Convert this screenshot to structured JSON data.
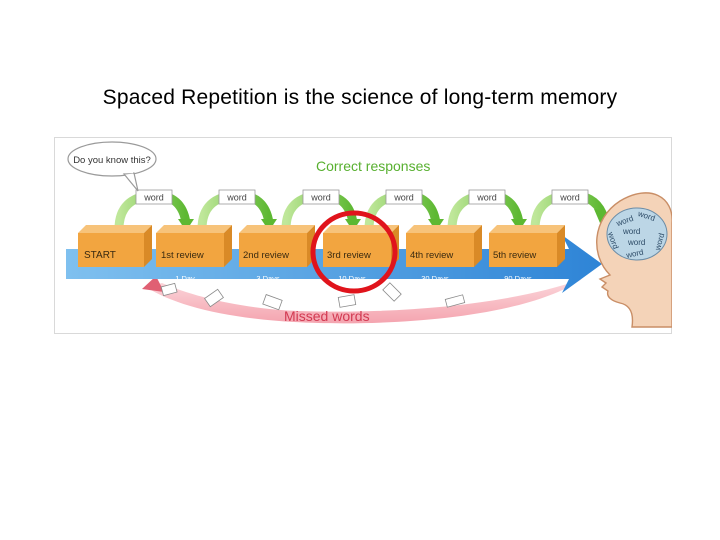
{
  "slide": {
    "title": "Spaced Repetition is the science of long-term memory"
  },
  "diagram": {
    "speech_bubble": "Do you know this?",
    "correct_label": "Correct responses",
    "missed_label": "Missed words",
    "word_tag": "word",
    "word_tags": [
      "word",
      "word",
      "word",
      "word",
      "word",
      "word"
    ],
    "boxes": [
      {
        "label": "START",
        "interval": ""
      },
      {
        "label": "1st review",
        "interval": "1 Day"
      },
      {
        "label": "2nd review",
        "interval": "3 Days"
      },
      {
        "label": "3rd review",
        "interval": "10 Days"
      },
      {
        "label": "4th review",
        "interval": "30 Days"
      },
      {
        "label": "5th review",
        "interval": "90 Days"
      }
    ],
    "brain_words": [
      "word",
      "word",
      "word",
      "word",
      "word",
      "word",
      "word"
    ],
    "highlighted_box_index": 3,
    "colors": {
      "correct_text": "#58b030",
      "missed_text": "#d23a52",
      "arrow_blue": "#2f86d8",
      "box": "#f2a540",
      "highlight_ring": "#e0141c"
    }
  }
}
